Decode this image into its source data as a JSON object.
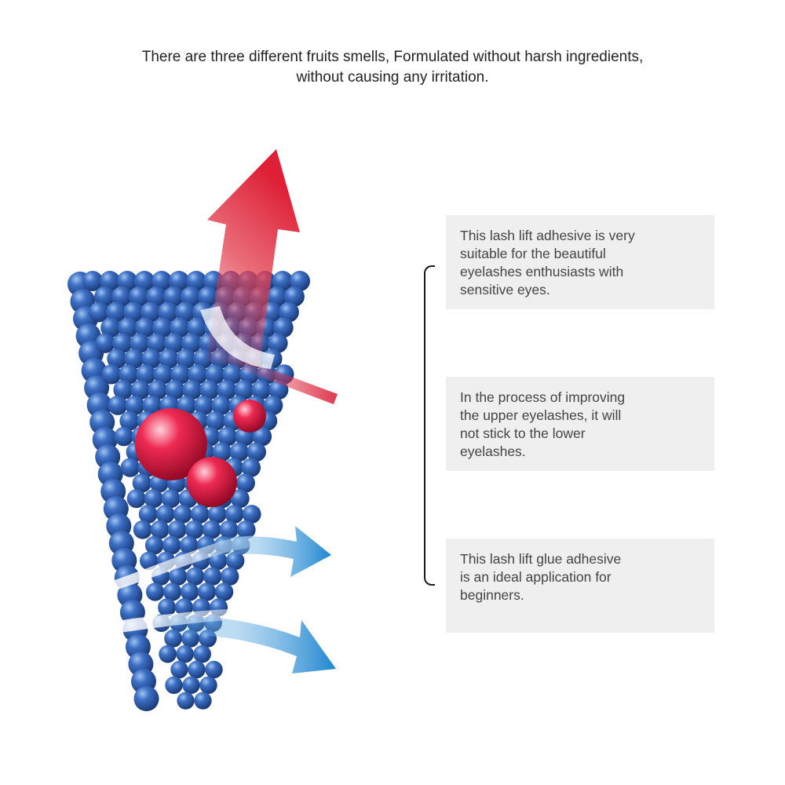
{
  "headline": {
    "line1": "There are three different fruits smells, Formulated without harsh ingredients,",
    "line2": "without causing any irritation."
  },
  "features": [
    {
      "lines": [
        "This lash lift adhesive is very",
        "suitable for the beautiful",
        "eyelashes enthusiasts with",
        "sensitive eyes."
      ]
    },
    {
      "lines": [
        "In the process of improving",
        "the upper eyelashes, it will",
        "not stick to the lower",
        "eyelashes."
      ]
    },
    {
      "lines": [
        "This lash lift glue adhesive",
        "is an ideal application for",
        "beginners."
      ]
    }
  ],
  "colors": {
    "sphere_blue": "#2f5fb0",
    "droplet_red": "#e0173f",
    "arrow_red": "#e23a4a",
    "arrow_blue": "#2f8fd1",
    "panel_gray": "#efefef",
    "bracket": "#1a1a1a"
  },
  "icons": {
    "upward_arrow": "red-arrow-icon",
    "flow_arrows": "blue-arrow-icon"
  }
}
